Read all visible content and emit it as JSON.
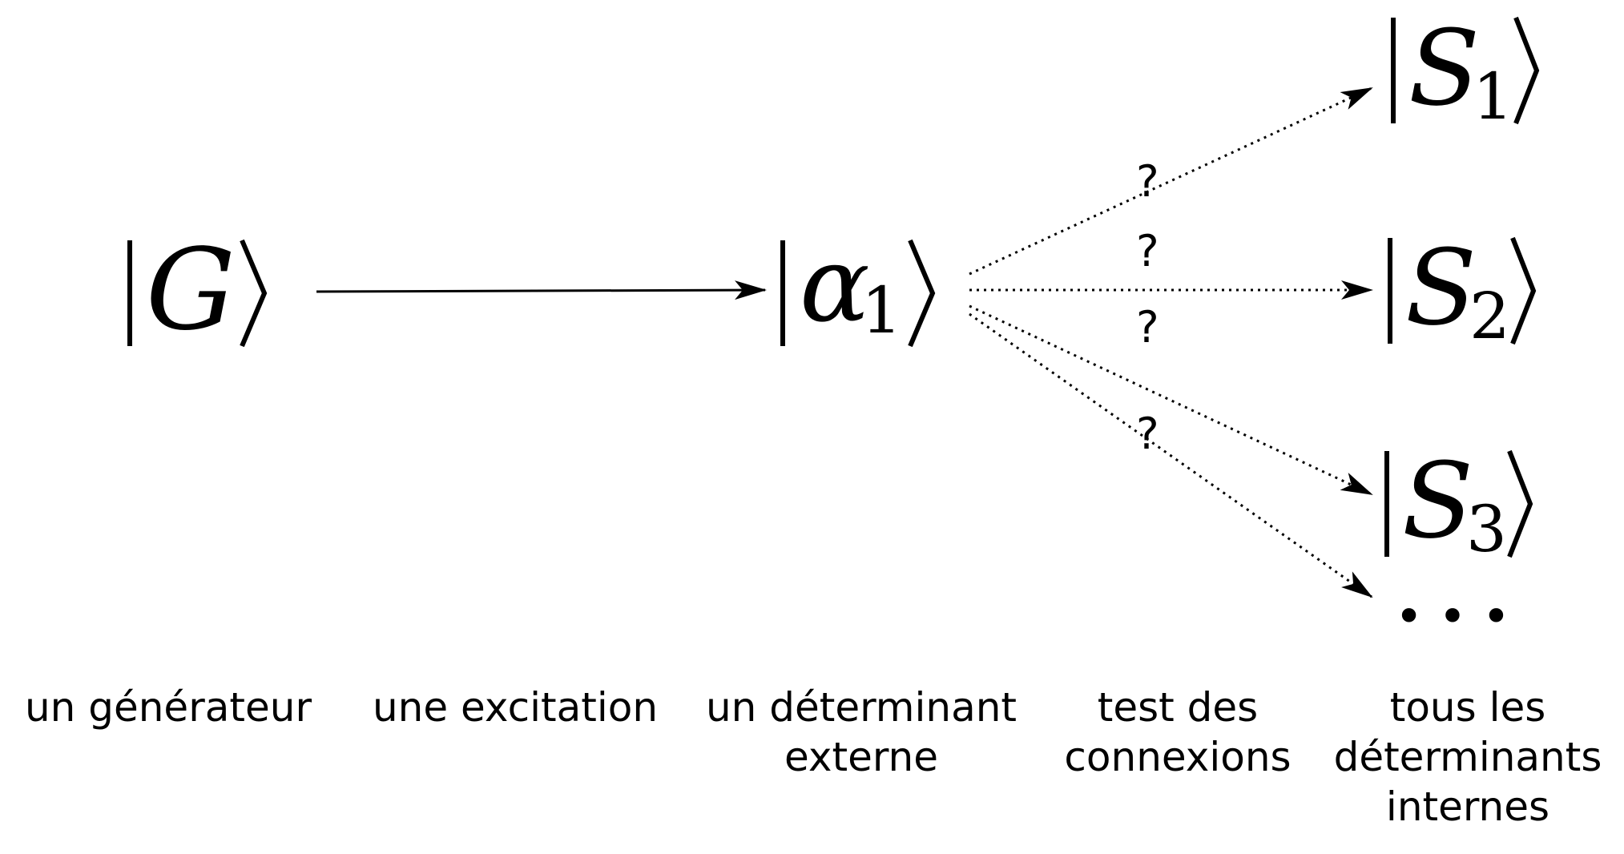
{
  "nodes": {
    "generator": {
      "symbol": "G",
      "subscript": ""
    },
    "external": {
      "symbol": "α",
      "subscript": "1"
    },
    "internal": [
      {
        "symbol": "S",
        "subscript": "1"
      },
      {
        "symbol": "S",
        "subscript": "2"
      },
      {
        "symbol": "S",
        "subscript": "3"
      }
    ],
    "ellipsis": "• • •"
  },
  "connection_marks": [
    "?",
    "?",
    "?",
    "?"
  ],
  "captions": {
    "generator": [
      "un générateur"
    ],
    "excitation": [
      "une excitation"
    ],
    "external": [
      "un déterminant",
      "externe"
    ],
    "test": [
      "test des",
      "connexions"
    ],
    "internal": [
      "tous les",
      "déterminants",
      "internes"
    ]
  }
}
